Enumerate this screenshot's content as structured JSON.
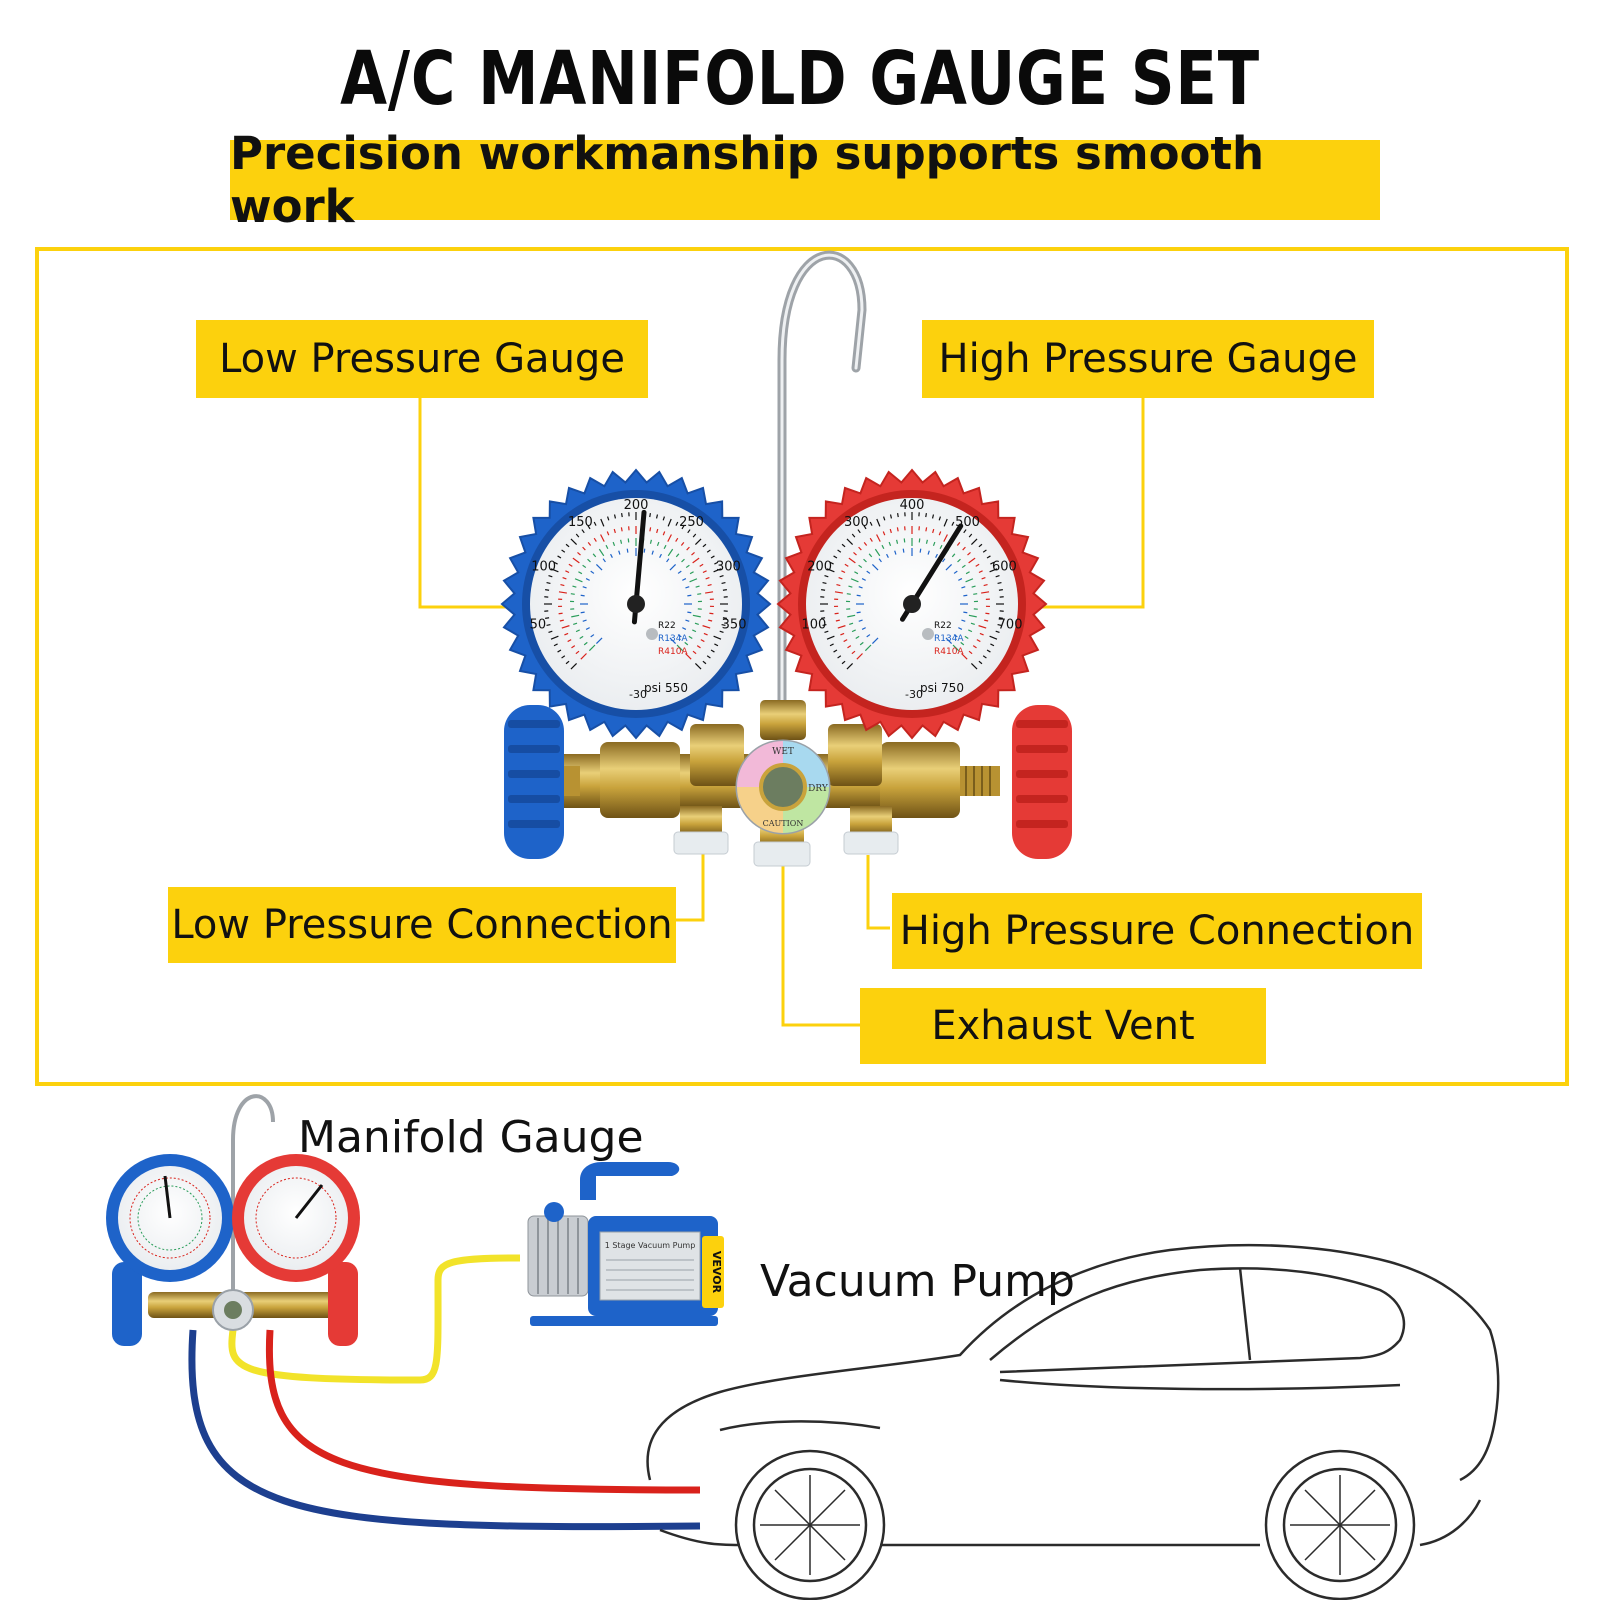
{
  "header": {
    "title": "A/C MANIFOLD GAUGE SET",
    "subtitle": "Precision workmanship supports smooth work"
  },
  "callouts": {
    "low_pressure_gauge": "Low Pressure Gauge",
    "high_pressure_gauge": "High Pressure Gauge",
    "low_pressure_connection": "Low Pressure Connection",
    "high_pressure_connection": "High Pressure Connection",
    "exhaust_vent": "Exhaust Vent"
  },
  "low_gauge": {
    "scale_labels": [
      "50",
      "100",
      "150",
      "200",
      "250",
      "300",
      "350"
    ],
    "unit": "psi 550",
    "vacuum": "-30",
    "refrigerants": [
      "R22",
      "R134A",
      "R410A"
    ]
  },
  "high_gauge": {
    "scale_labels": [
      "100",
      "200",
      "300",
      "400",
      "500",
      "600",
      "700"
    ],
    "unit": "psi 750",
    "vacuum": "-30",
    "refrigerants": [
      "R22",
      "R134A",
      "R410A"
    ]
  },
  "sight_glass": {
    "labels": [
      "WET",
      "DRY",
      "CAUTION"
    ]
  },
  "setup": {
    "manifold_label": "Manifold Gauge",
    "pump_label": "Vacuum Pump",
    "pump_brand": "VEVOR",
    "pump_plate": "1 Stage Vacuum Pump"
  },
  "colors": {
    "accent_yellow": "#fcd10d",
    "low_side_blue": "#1e63c9",
    "high_side_red": "#e53a36",
    "brass": "#c9a33c",
    "hose_yellow": "#f2e32a",
    "hose_red": "#d9221b",
    "hose_blue": "#1d3f8f"
  }
}
